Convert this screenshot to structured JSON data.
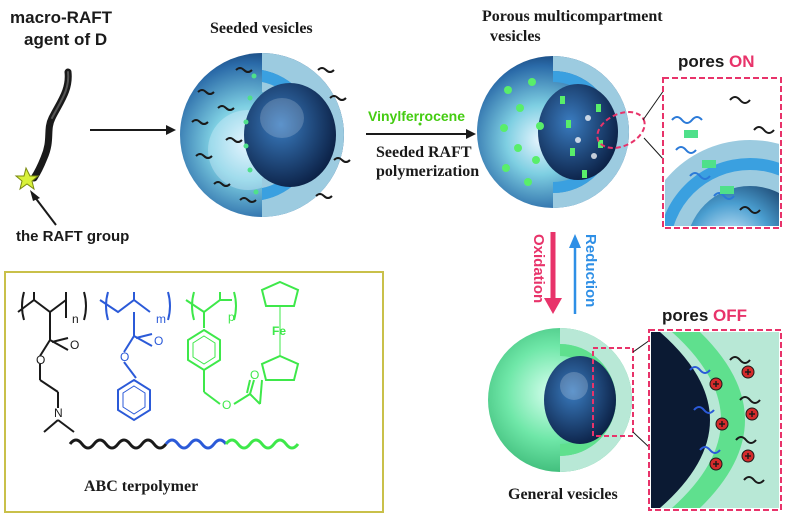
{
  "labels": {
    "macro_raft_line1": "macro-RAFT",
    "macro_raft_line2": "agent of D",
    "raft_group": "the RAFT group",
    "seeded_vesicles": "Seeded vesicles",
    "porous_line1": "Porous multicompartment",
    "porous_line2": "vesicles",
    "vinylferrocene": "Vinylferrocene",
    "seeded_raft_line1": "Seeded RAFT",
    "seeded_raft_line2": "polymerization",
    "pores_word_on": "pores",
    "pores_state_on": "ON",
    "pores_word_off": "pores",
    "pores_state_off": "OFF",
    "oxidation": "Oxidation",
    "reduction": "Reduction",
    "general_vesicles": "General vesicles",
    "abc_terpolymer": "ABC terpolymer",
    "subscript_n": "n",
    "subscript_m": "m",
    "subscript_p": "p",
    "atom_o1": "O",
    "atom_o2": "O",
    "atom_o3": "O",
    "atom_o4": "O",
    "atom_o5": "O",
    "atom_o6": "O",
    "atom_n": "N",
    "atom_fe": "Fe"
  },
  "colors": {
    "black_block": "#1a1a1a",
    "blue_block": "#2b5ad8",
    "green_block": "#3ee84a",
    "pink_accent": "#e8336a",
    "reduction_blue": "#2e8fe6",
    "vinyl_green": "#44cc11",
    "box_border": "#c9c04a",
    "vesicle_green": "#63e3a0",
    "vesicle_core": "#0b2a58"
  }
}
